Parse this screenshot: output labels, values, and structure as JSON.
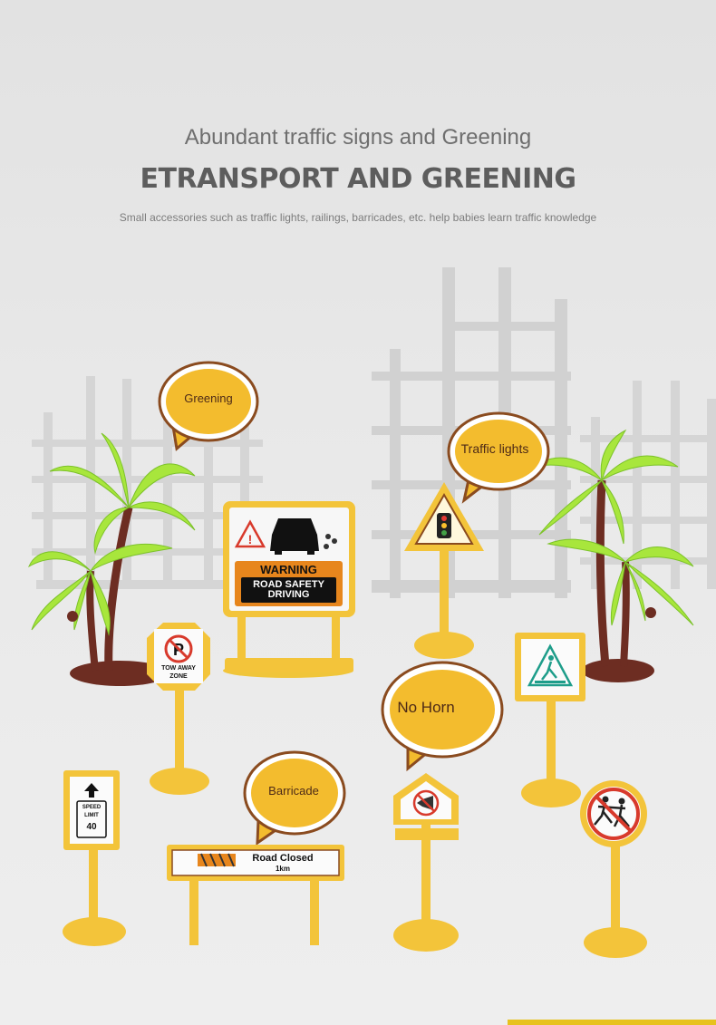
{
  "heading": {
    "subtitle": "Abundant traffic signs and Greening",
    "title": "ETRANSPORT AND GREENING",
    "description": "Small accessories such as traffic lights, railings, barricades, etc. help babies learn traffic knowledge"
  },
  "bubbles": {
    "greening": "Greening",
    "traffic_lights": "Traffic lights",
    "no_horn": "No Horn",
    "barricade": "Barricade"
  },
  "signs": {
    "warning_title": "WARNING",
    "warning_line1": "ROAD SAFETY",
    "warning_line2": "DRIVING",
    "tow_line1": "TOW AWAY",
    "tow_line2": "ZONE",
    "speed_line1": "SPEED",
    "speed_line2": "LIMIT",
    "speed_value": "40",
    "road_closed": "Road Closed",
    "road_closed_distance": "1km"
  },
  "colors": {
    "sign_yellow": "#f3c43a",
    "bubble_fill": "#f3bc2e",
    "bubble_border": "#8a4b1f",
    "warning_orange": "#e7861d",
    "palm_green": "#a8e63c",
    "trunk_brown": "#6d2d22"
  }
}
